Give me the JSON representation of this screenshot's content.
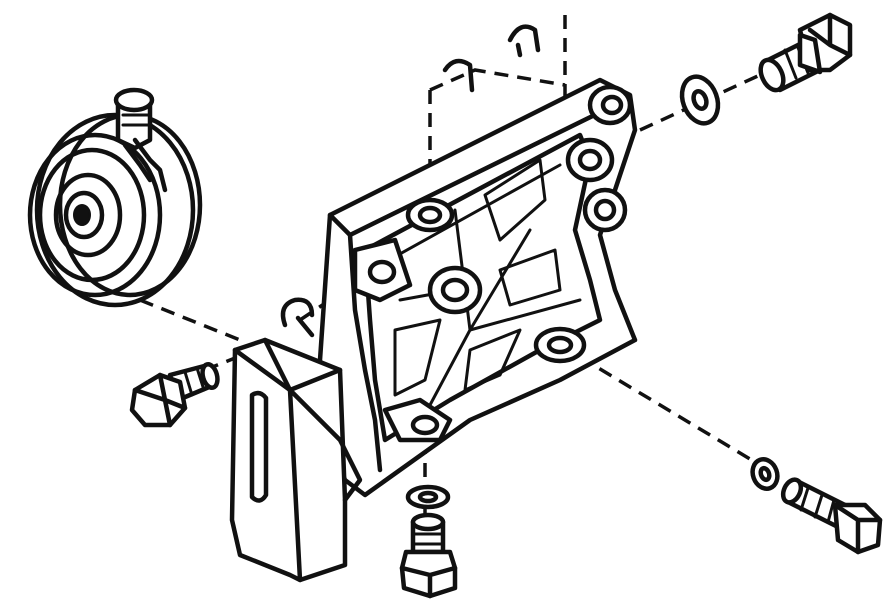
{
  "diagram": {
    "kind": "exploded-view-line-drawing",
    "parts": [
      {
        "id": "idler-pulley",
        "icon": "pulley-icon"
      },
      {
        "id": "pulley-adjust-bolt",
        "icon": "bolt-icon"
      },
      {
        "id": "mounting-bracket",
        "icon": "bracket-icon"
      },
      {
        "id": "support-stay",
        "icon": "bracket-icon"
      },
      {
        "id": "bolt-upper-right",
        "icon": "bolt-icon"
      },
      {
        "id": "bolt-left",
        "icon": "bolt-icon"
      },
      {
        "id": "bolt-bottom",
        "icon": "bolt-icon"
      },
      {
        "id": "bolt-lower-right",
        "icon": "bolt-icon"
      },
      {
        "id": "washer-upper-right",
        "icon": "washer-icon"
      },
      {
        "id": "washer-lower-right",
        "icon": "washer-icon"
      },
      {
        "id": "washer-bottom",
        "icon": "washer-icon"
      },
      {
        "id": "clip-top",
        "icon": "clip-icon"
      },
      {
        "id": "clip-left",
        "icon": "clip-icon"
      }
    ],
    "colors": {
      "ink": "#111111",
      "paper": "#ffffff"
    }
  }
}
